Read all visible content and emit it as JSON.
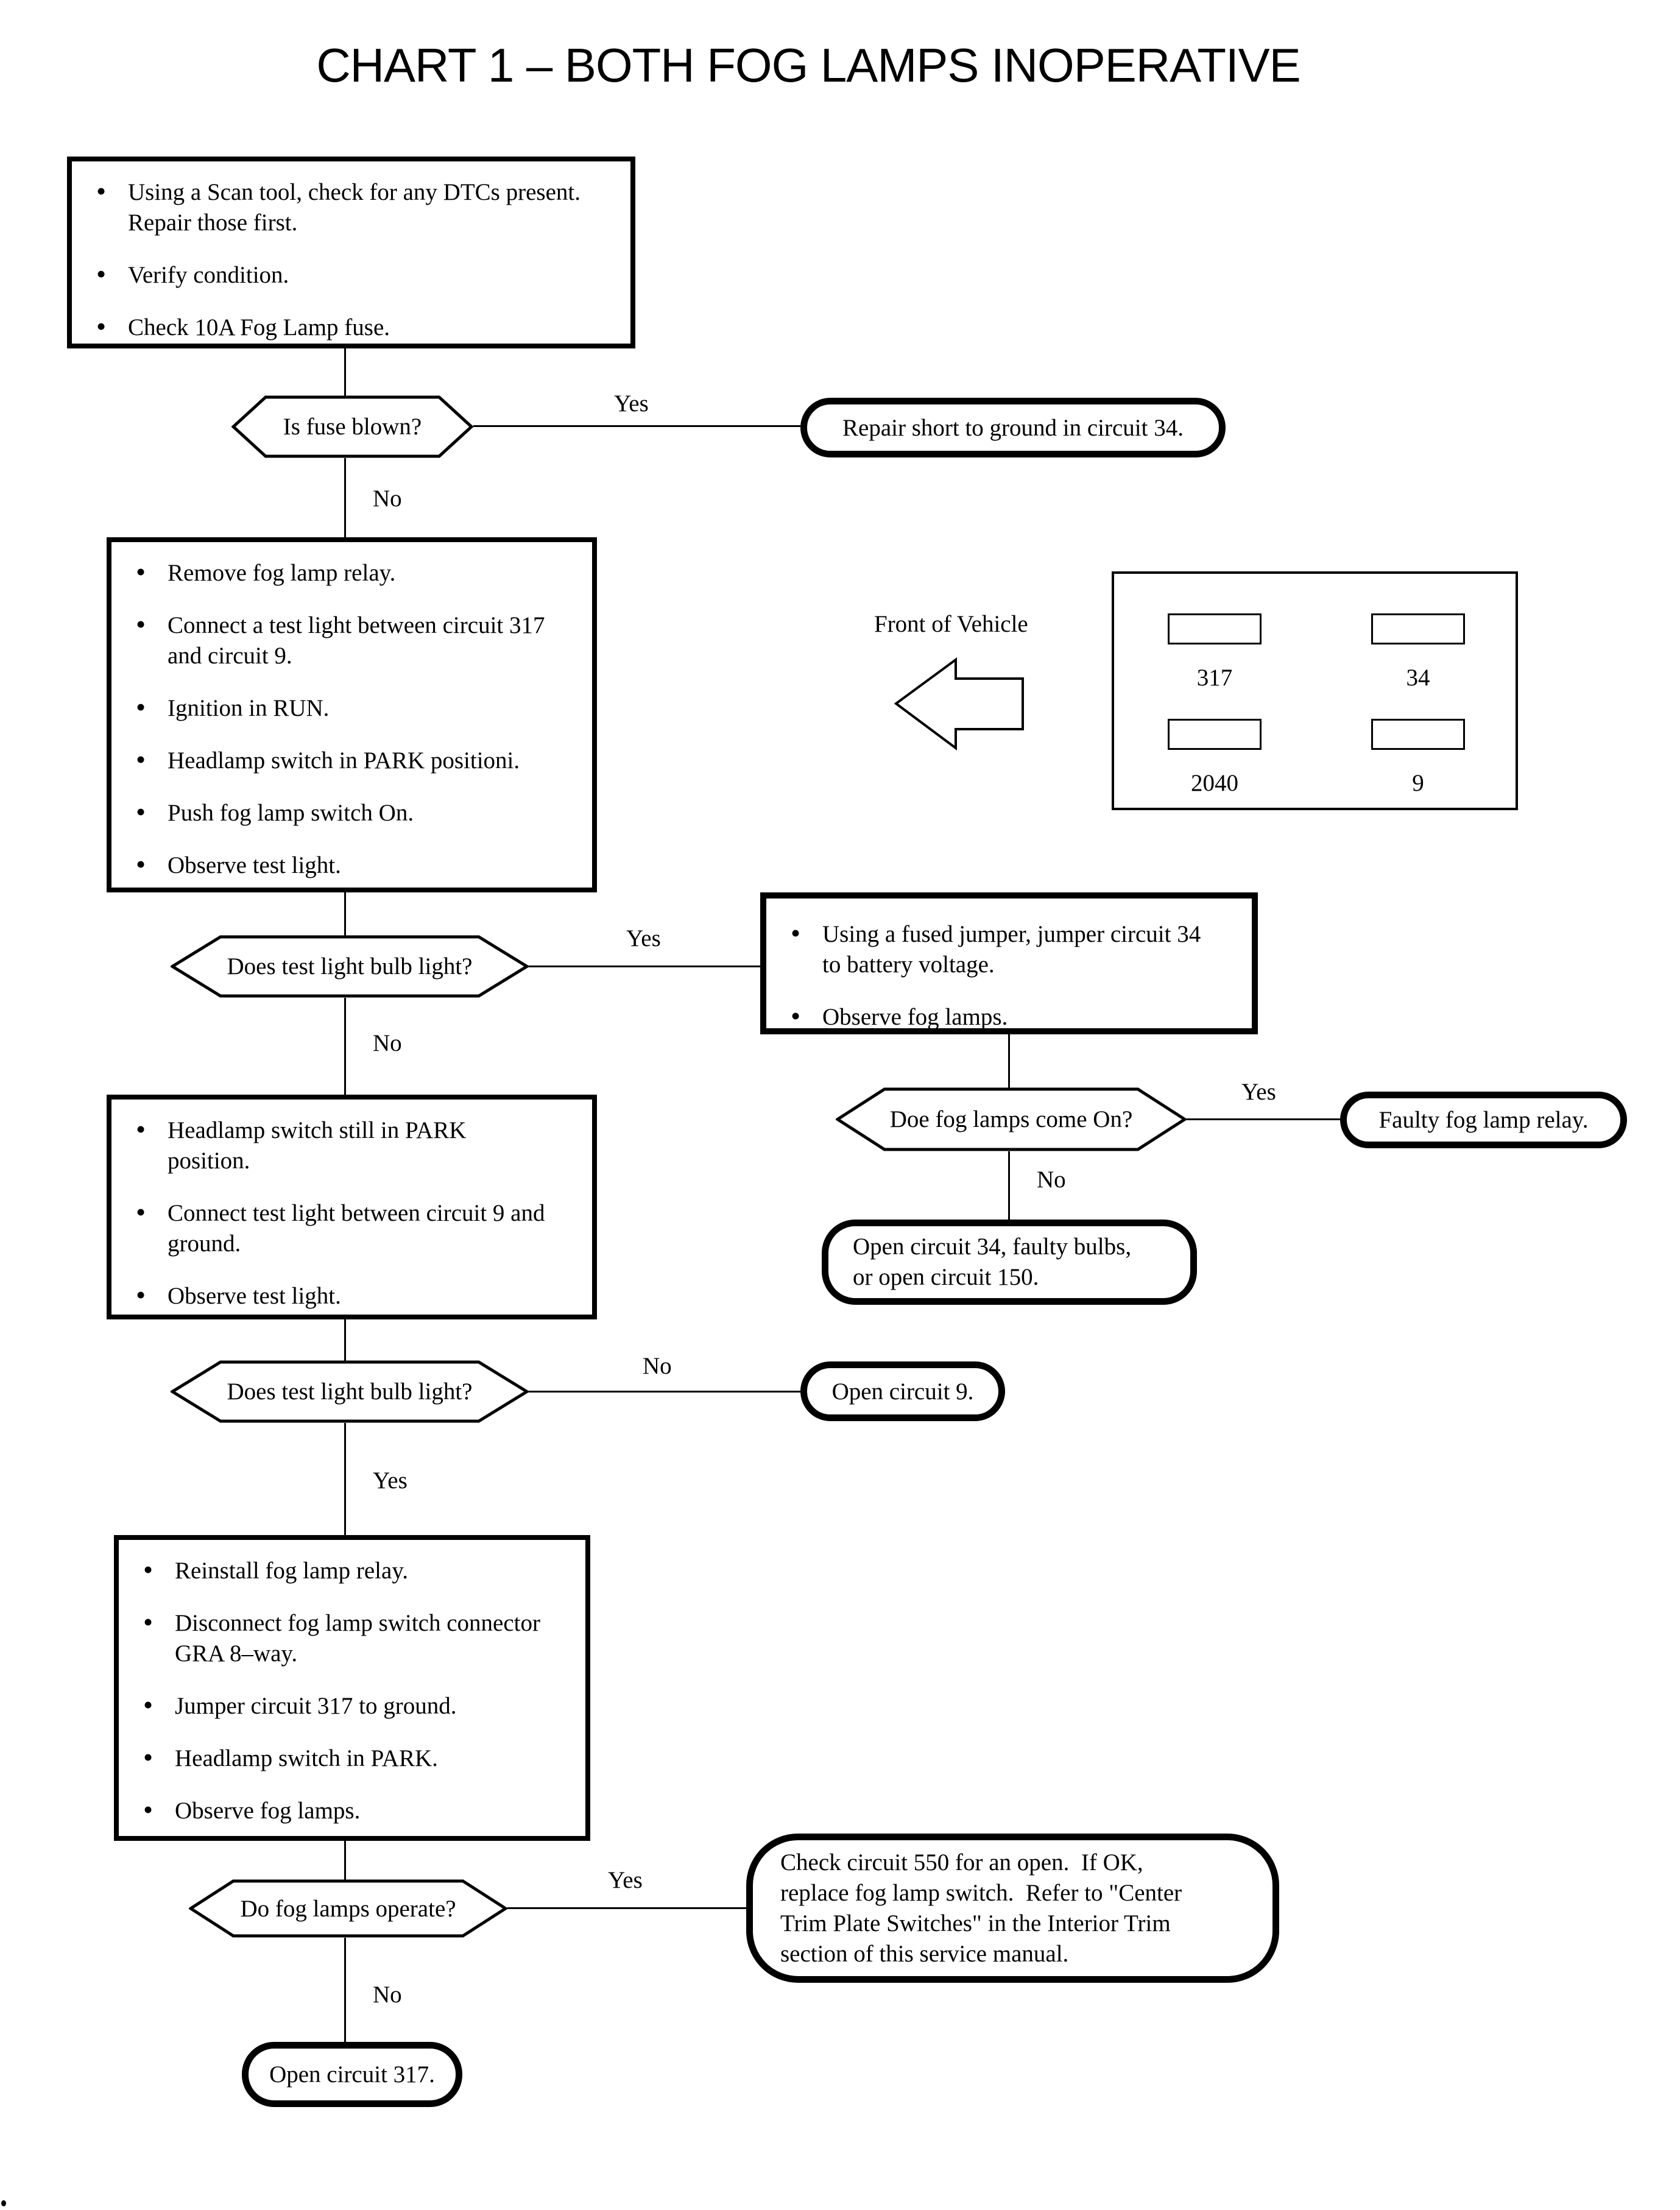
{
  "title": "CHART 1 – BOTH FOG LAMPS INOPERATIVE",
  "colors": {
    "ink": "#000000",
    "paper": "#ffffff"
  },
  "labels": {
    "yes": "Yes",
    "no": "No"
  },
  "flow": {
    "start": {
      "bullets": [
        "Using a Scan tool, check for any DTCs present.\nRepair those first.",
        "Verify condition.",
        "Check 10A Fog Lamp fuse."
      ]
    },
    "q_fuse": {
      "question": "Is fuse blown?"
    },
    "t_repair34": {
      "text": "Repair short to ground in circuit 34."
    },
    "relay_test": {
      "bullets": [
        "Remove fog lamp relay.",
        "Connect a test light between circuit 317\nand circuit 9.",
        "Ignition in RUN.",
        "Headlamp switch in PARK positioni.",
        "Push fog lamp switch On.",
        "Observe test light."
      ]
    },
    "diagram": {
      "caption": "Front of Vehicle",
      "pins": [
        "317",
        "34",
        "2040",
        "9"
      ]
    },
    "q_light1": {
      "question": "Does test light bulb light?"
    },
    "jumper": {
      "bullets": [
        "Using a fused jumper, jumper circuit 34\nto battery voltage.",
        "Observe fog lamps."
      ]
    },
    "q_lamps_on": {
      "question": "Doe fog lamps come On?"
    },
    "t_faulty_relay": {
      "text": "Faulty fog lamp relay."
    },
    "t_open34": {
      "text": "Open circuit 34, faulty bulbs,\nor open circuit 150."
    },
    "park_test": {
      "bullets": [
        "Headlamp switch still in PARK\nposition.",
        "Connect test light between circuit 9 and\nground.",
        "Observe test light."
      ]
    },
    "q_light2": {
      "question": "Does test light bulb light?"
    },
    "t_open9": {
      "text": "Open circuit 9."
    },
    "reinstall": {
      "bullets": [
        "Reinstall fog lamp relay.",
        "Disconnect fog lamp switch connector\nGRA 8–way.",
        "Jumper circuit 317 to ground.",
        "Headlamp switch in PARK.",
        "Observe fog lamps."
      ]
    },
    "q_operate": {
      "question": "Do fog lamps operate?"
    },
    "t_check550": {
      "text": "Check circuit 550 for an open.  If OK,\nreplace fog lamp switch.  Refer to \"Center\nTrim Plate Switches\" in the Interior Trim\nsection of this service manual."
    },
    "t_open317": {
      "text": "Open circuit 317."
    }
  }
}
